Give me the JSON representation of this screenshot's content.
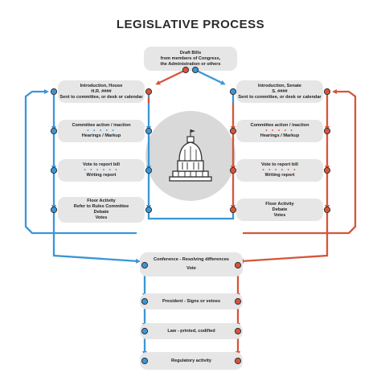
{
  "title": "LEGISLATIVE PROCESS",
  "draft": {
    "line1": "Draft Bills",
    "line2": "from members of Congress,",
    "line3": "the Administration or others"
  },
  "house": {
    "intro_line1": "Introduction, House",
    "intro_line2": "H.R. ####",
    "intro_line3": "Sent to committee, or desk or calendar",
    "committee_line1": "Committee action / inaction",
    "committee_dots": "• • • • •",
    "committee_line2": "Hearings / Markup",
    "vote_line1": "Vote to report bill",
    "vote_dots": "• • • • • •",
    "vote_line2": "Writing report",
    "floor_line1": "Floor Activity",
    "floor_line2": "Refer to Rules Committee",
    "floor_line3": "Debate",
    "floor_line4": "Votes"
  },
  "senate": {
    "intro_line1": "Introduction, Senate",
    "intro_line2": "S. ####",
    "intro_line3": "Sent to committee, or desk or calendar",
    "committee_line1": "Committee action / inaction",
    "committee_dots": "• • • • •",
    "committee_line2": "Hearings / Markup",
    "vote_line1": "Vote to report bill",
    "vote_dots": "• • • • • •",
    "vote_line2": "Writing report",
    "floor_line1": "Floor Activity",
    "floor_line2": "Debate",
    "floor_line3": "Votes"
  },
  "conference": {
    "line1": "Conference - Resolving differences",
    "line2": "Vote"
  },
  "president": {
    "line1": "President - Signs or vetoes"
  },
  "law": {
    "line1": "Law - printed, codified"
  },
  "regulatory": {
    "line1": "Regulatory activity"
  },
  "colors": {
    "house_blue": "#3a96d6",
    "senate_red": "#d6543a",
    "box_fill": "#e6e6e6",
    "title_text": "#2b2b2b",
    "capitol_circle": "#d9d9d9"
  }
}
